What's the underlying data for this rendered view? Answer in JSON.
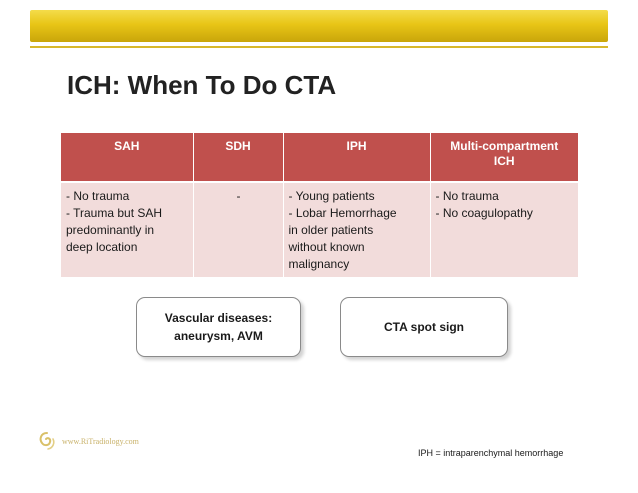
{
  "slide": {
    "title": "ICH: When To Do CTA"
  },
  "table": {
    "headers": [
      "SAH",
      "SDH",
      "IPH",
      "Multi-compartment ICH"
    ],
    "header_lines": [
      [
        "SAH"
      ],
      [
        "SDH"
      ],
      [
        "IPH"
      ],
      [
        "Multi-compartment",
        "ICH"
      ]
    ],
    "rows": [
      [
        [
          "- No trauma",
          "- Trauma but SAH",
          "predominantly in",
          "deep location"
        ],
        [
          "-"
        ],
        [
          "- Young patients",
          "- Lobar Hemorrhage",
          "in older patients",
          "without known",
          "malignancy"
        ],
        [
          "- No trauma",
          "- No coagulopathy"
        ]
      ]
    ]
  },
  "boxes": {
    "vascular_line1": "Vascular diseases:",
    "vascular_line2": "aneurysm, AVM",
    "spot_sign": "CTA spot sign"
  },
  "watermark": {
    "text": "www.RiTradiology.com",
    "icon": "swirl-logo-icon"
  },
  "footnote": "IPH = intraparenchymal hemorrhage",
  "colors": {
    "header_bg": "#c0504d",
    "cell_bg": "#f2dcdb",
    "topbar": "#e8c516"
  }
}
